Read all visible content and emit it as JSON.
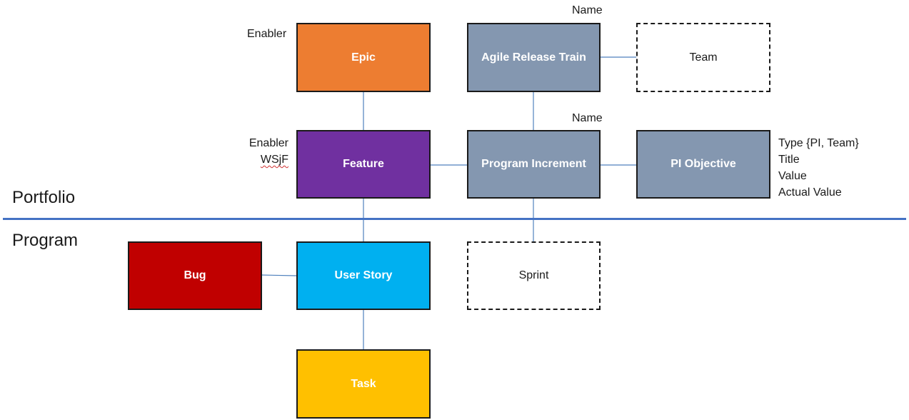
{
  "colors": {
    "epic": "#ED7D31",
    "feature": "#7030A0",
    "gray": "#8497B0",
    "user_story": "#00B0F0",
    "bug": "#C00000",
    "task": "#FFC000",
    "divider": "#4472C4",
    "connector": "#4F81BD"
  },
  "boxes": {
    "epic": "Epic",
    "agile_release_train": "Agile Release Train",
    "team": "Team",
    "feature": "Feature",
    "program_increment": "Program Increment",
    "pi_objective": "PI Objective",
    "bug": "Bug",
    "user_story": "User Story",
    "sprint": "Sprint",
    "task": "Task"
  },
  "notes": {
    "epic_attr": "Enabler",
    "art_attr": "Name",
    "pi_attr": "Name",
    "feature_attrs": [
      "Enabler",
      "WSjF"
    ],
    "pi_objective_attrs": [
      "Type {PI, Team}",
      "Title",
      "Value",
      "Actual Value"
    ]
  },
  "sections": {
    "portfolio": "Portfolio",
    "program": "Program"
  }
}
